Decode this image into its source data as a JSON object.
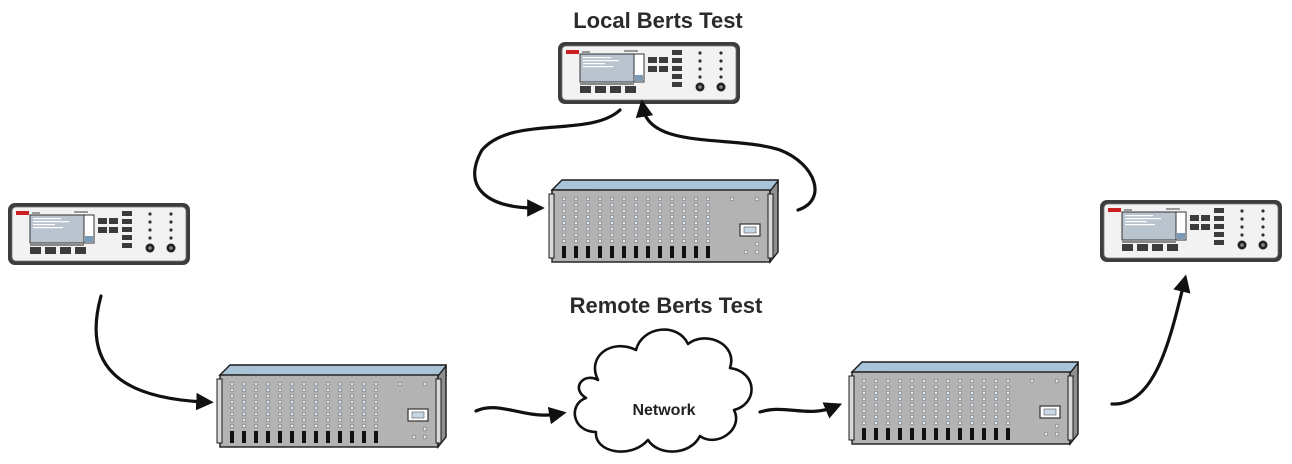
{
  "titles": {
    "local": "Local Berts Test",
    "remote": "Remote Berts Test"
  },
  "network": {
    "label": "Network"
  },
  "devices": {
    "analyzer_local": "test-set-icon",
    "analyzer_remote_source": "test-set-icon",
    "analyzer_remote_dest": "test-set-icon",
    "chassis": "rack-chassis-icon",
    "cloud": "network-cloud-icon"
  },
  "colors": {
    "line": "#111111",
    "chassis_top": "#a9c4d7",
    "chassis_face": "#b3b3b3",
    "port": "#dfe9f3",
    "brand": "#cc1f1f",
    "screen": "#b9c4cf"
  }
}
